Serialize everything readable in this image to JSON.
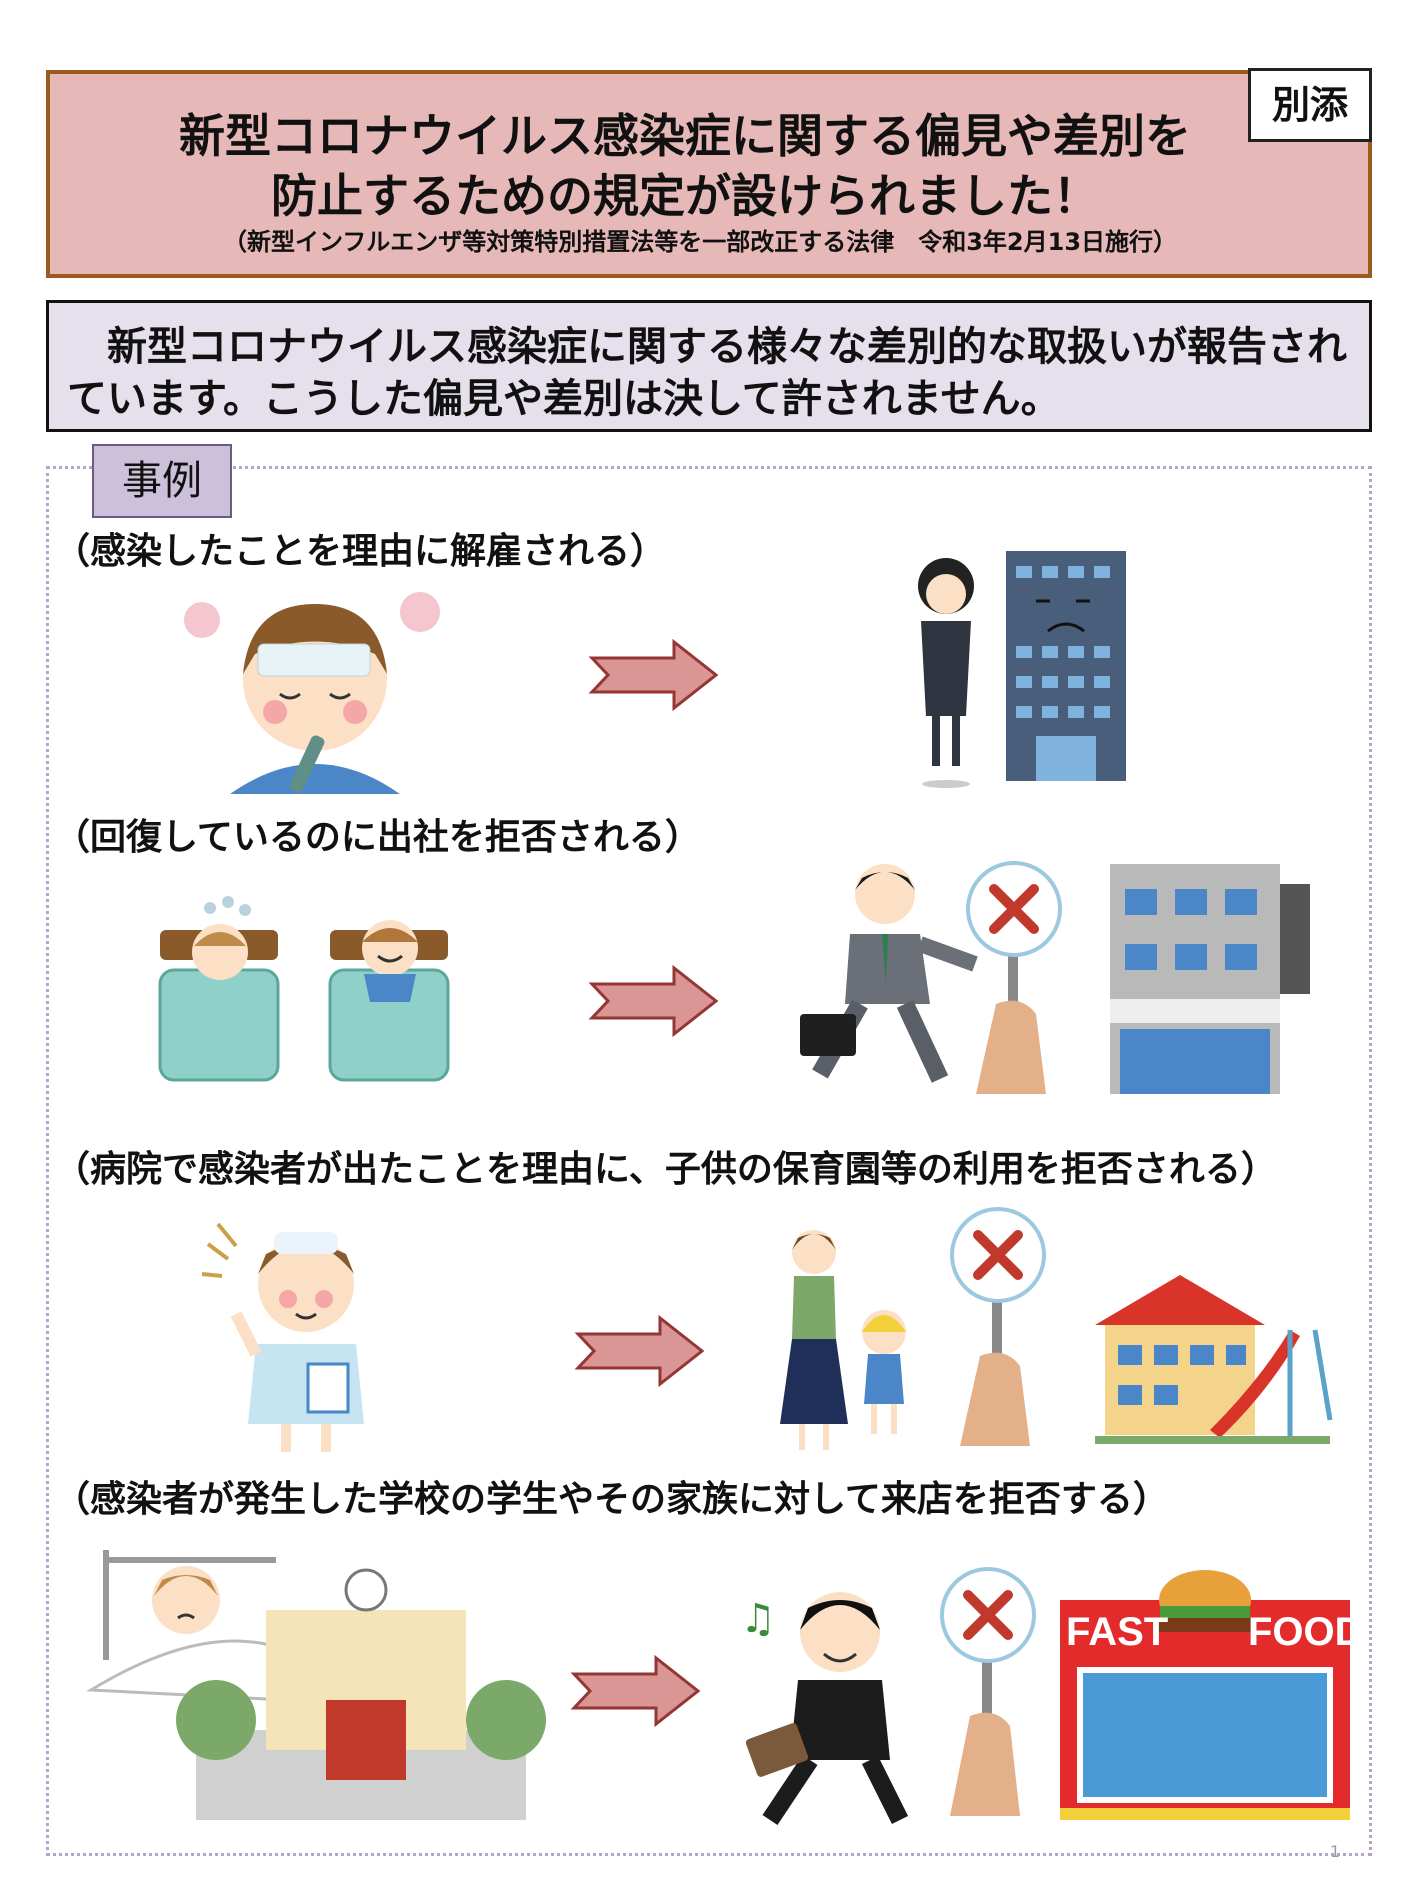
{
  "header": {
    "annex_tag": "別添",
    "title_line1": "新型コロナウイルス感染症に関する偏見や差別を",
    "title_line2": "防止するための規定が設けられました！",
    "subtitle": "（新型インフルエンザ等対策特別措置法等を一部改正する法律　令和3年2月13日施行）"
  },
  "intro": {
    "text": "新型コロナウイルス感染症に関する様々な差別的な取扱いが報告されています。こうした偏見や差別は決して許されません。"
  },
  "examples": {
    "label": "事例",
    "cases": [
      {
        "label": "（感染したことを理由に解雇される）"
      },
      {
        "label": "（回復しているのに出社を拒否される）"
      },
      {
        "label": "（病院で感染者が出たことを理由に、子供の保育園等の利用を拒否される）"
      },
      {
        "label": "（感染者が発生した学校の学生やその家族に対して来店を拒否する）"
      }
    ]
  },
  "illustrations": {
    "store_sign_left": "FAST",
    "store_sign_right": "FOOD",
    "reject_mark": "×"
  },
  "colors": {
    "title_bg": "#e6b9b8",
    "title_border": "#9c5a1d",
    "intro_bg": "#e5e0ec",
    "label_bg": "#ccc0da",
    "arrow_fill": "#d99694",
    "arrow_stroke": "#943634",
    "reject_red": "#c0392b"
  },
  "footer": {
    "page_number": "1"
  }
}
